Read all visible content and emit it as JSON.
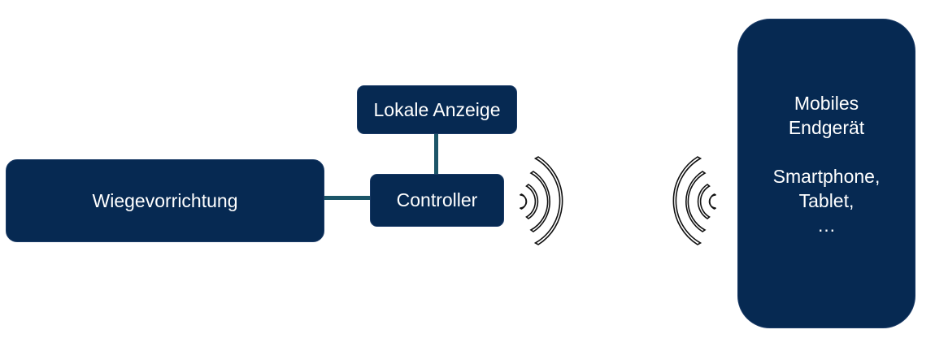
{
  "diagram": {
    "nodes": {
      "wiege": "Wiegevorrichtung",
      "controller": "Controller",
      "anzeige": "Lokale Anzeige",
      "mobile": {
        "line1": "Mobiles",
        "line2": "Endgerät",
        "line3": "Smartphone,",
        "line4": "Tablet,",
        "line5": "…"
      }
    },
    "colors": {
      "box_fill": "#062952",
      "connector": "#1c5568",
      "wave_stroke": "#111111",
      "text": "#ffffff"
    },
    "icons": [
      "wireless-signal-icon",
      "wireless-signal-icon"
    ]
  }
}
